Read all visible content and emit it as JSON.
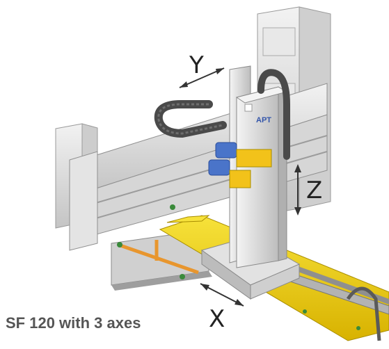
{
  "caption": "SF 120 with 3 axes",
  "axes": {
    "y_label": "Y",
    "z_label": "Z",
    "x_label": "X"
  },
  "brand": "APT",
  "colors": {
    "frame_gray": "#dcdcdc",
    "frame_shadow": "#a9a9a9",
    "rail_yellow": "#f2d21a",
    "rail_dark": "#b89a00",
    "motor_blue": "#4a74c9",
    "cable_chain": "#4a4a4a",
    "orange_rod": "#e8962e",
    "caption_gray": "#555555"
  }
}
